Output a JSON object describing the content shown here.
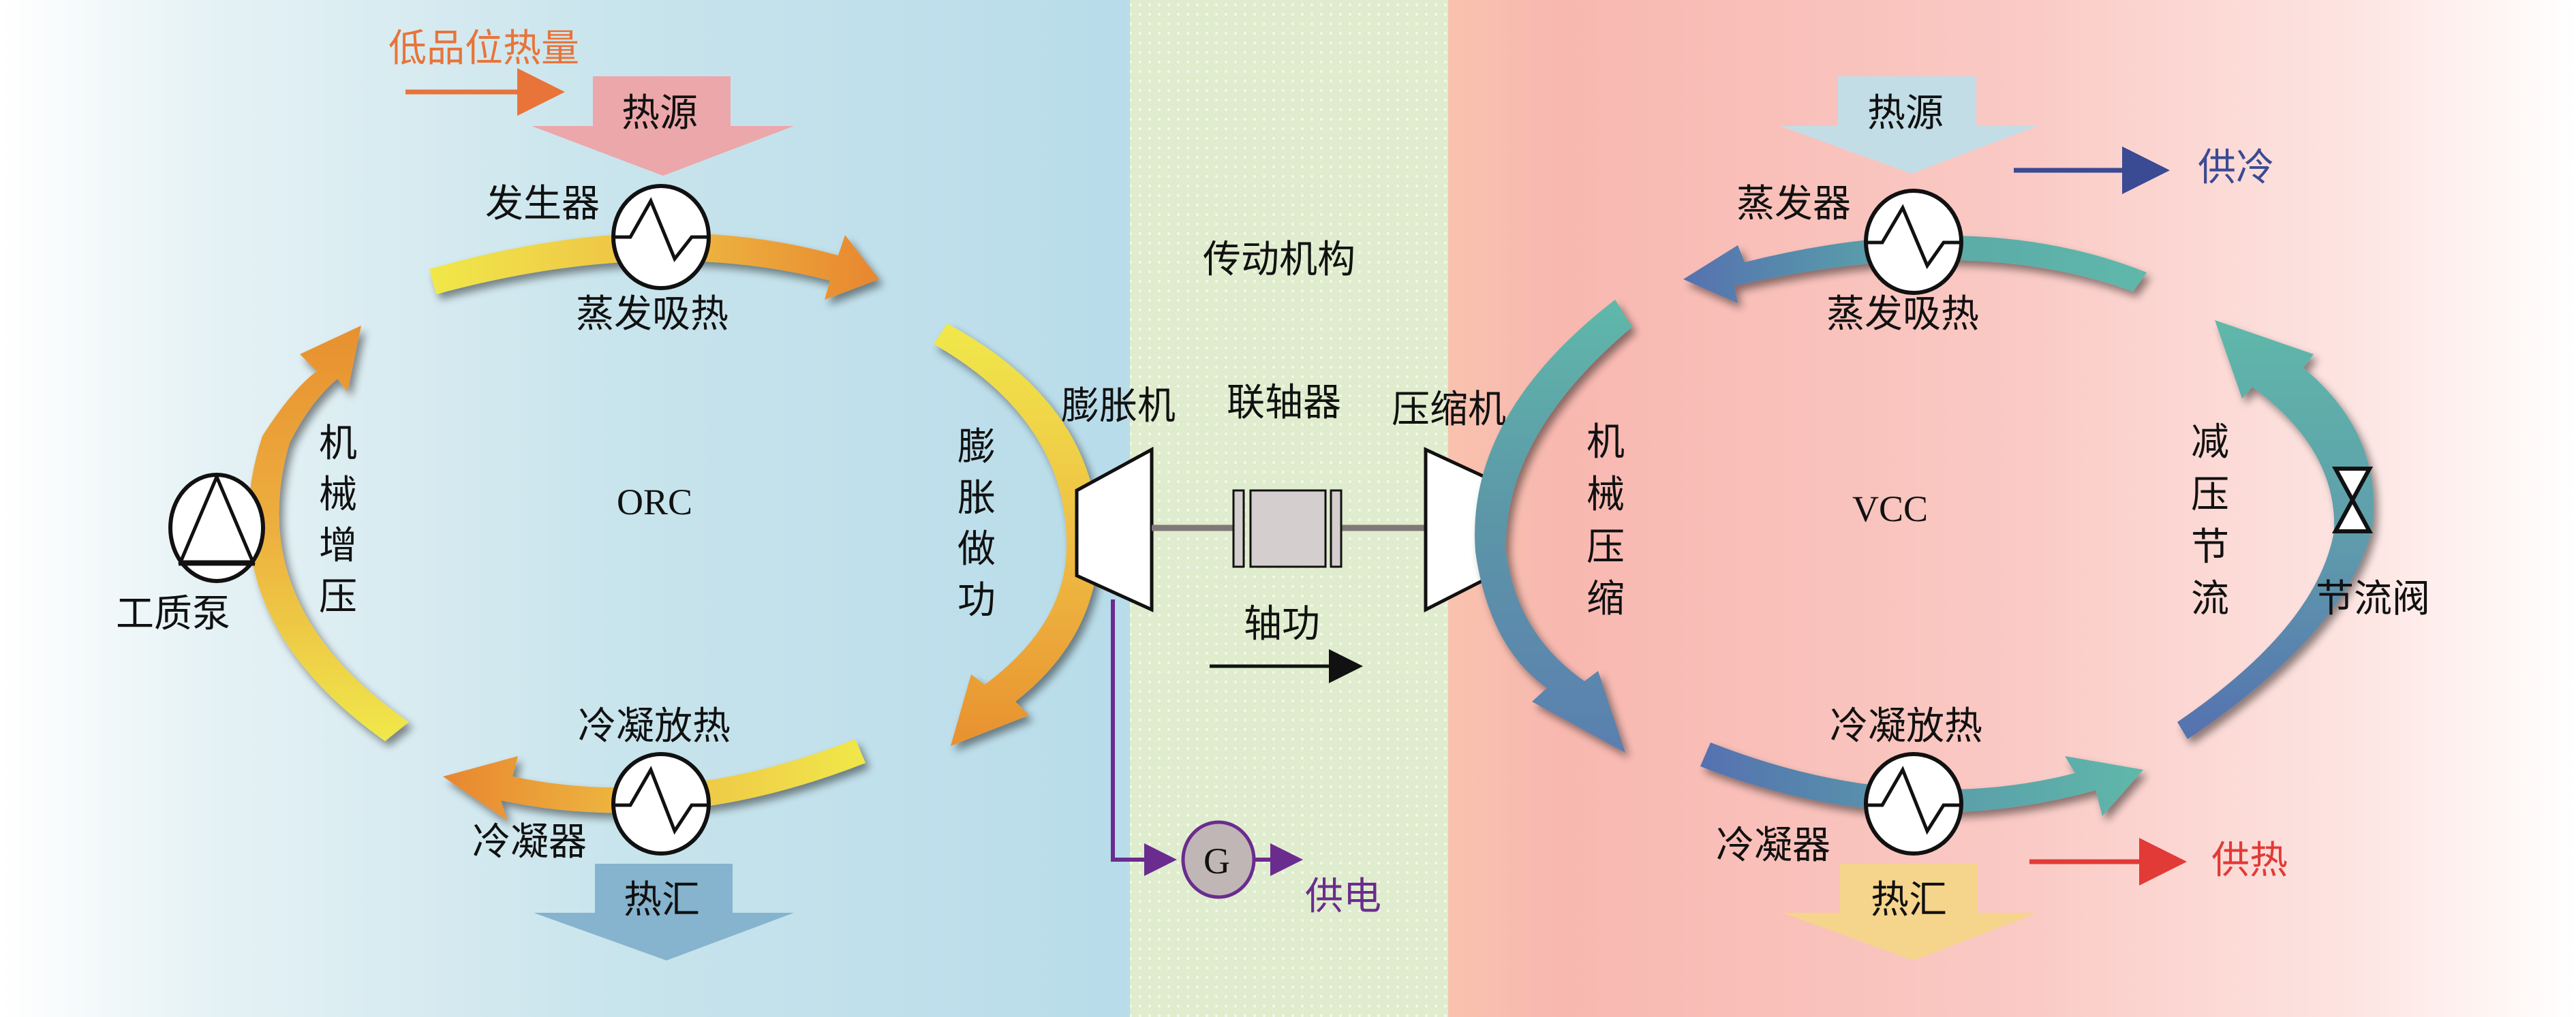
{
  "orc": {
    "cycle_label": "ORC",
    "input_label": "低品位热量",
    "heat_source_label": "热源",
    "generator_label": "发生器",
    "evaporation_label": "蒸发吸热",
    "pump_label": "工质泵",
    "pump_process_label": [
      "机",
      "械",
      "增",
      "压"
    ],
    "expansion_process_label": [
      "膨",
      "胀",
      "做",
      "功"
    ],
    "expander_label": "膨胀机",
    "condensation_label": "冷凝放热",
    "condenser_label": "冷凝器",
    "heat_sink_label": "热汇"
  },
  "transmission": {
    "title": "传动机构",
    "coupling_label": "联轴器",
    "shaft_work_label": "轴功",
    "generator_symbol": "G",
    "power_output_label": "供电"
  },
  "vcc": {
    "cycle_label": "VCC",
    "heat_source_label": "热源",
    "evaporator_label": "蒸发器",
    "evaporation_label": "蒸发吸热",
    "cooling_output_label": "供冷",
    "compressor_label": "压缩机",
    "compression_process_label": [
      "机",
      "械",
      "压",
      "缩"
    ],
    "throttle_process_label": [
      "减",
      "压",
      "节",
      "流"
    ],
    "valve_label": "节流阀",
    "condensation_label": "冷凝放热",
    "condenser_label": "冷凝器",
    "heat_sink_label": "热汇",
    "heating_output_label": "供热"
  },
  "colors": {
    "orc_panel": "#bde0ec",
    "transmission_panel": "#dfeccd",
    "vcc_panel": "#f9b9b0",
    "orc_warm": "#e8872f",
    "orc_yellow": "#f0e84a",
    "vcc_teal": "#5fb8aa",
    "vcc_blue": "#5571b0",
    "heat_source_orc": "#eca7aa",
    "heat_sink_orc": "#86b3cd",
    "heat_source_vcc": "#c3dde6",
    "heat_sink_vcc": "#f5d48c",
    "input_orange": "#e8743a",
    "power_purple": "#6a2c8e",
    "cooling_navy": "#3a4a93",
    "heating_red": "#e23a36"
  }
}
